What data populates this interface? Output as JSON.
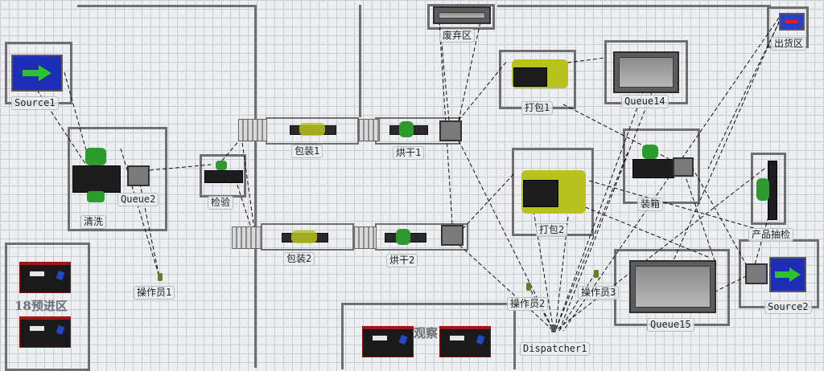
{
  "labels": {
    "source1": "Source1",
    "queue2": "Queue2",
    "qingxi": "清洗",
    "jianyan": "检验",
    "baozhuang1": "包装1",
    "baozhuang2": "包装2",
    "honggan1": "烘干1",
    "honggan2": "烘干2",
    "feiqi": "废弃区",
    "dabao1": "打包1",
    "dabao2": "打包2",
    "queue14": "Queue14",
    "queue15": "Queue15",
    "zhuangxiang": "装箱",
    "chanpin": "产品抽检",
    "chuhuo": "出货区",
    "source2": "Source2",
    "op1": "操作员1",
    "op2": "操作员2",
    "op3": "操作员3",
    "dispatcher": "Dispatcher1"
  },
  "zones": {
    "yujin": "18预进区",
    "guancha": "观察"
  },
  "colors": {
    "wall": "#6f6f6f",
    "source": "#1d2db8",
    "arrow": "#2fc12f",
    "machine_green": "#2d9a2d",
    "machine_yellow": "#b8c21e",
    "cabinet_trim": "#a01515"
  }
}
